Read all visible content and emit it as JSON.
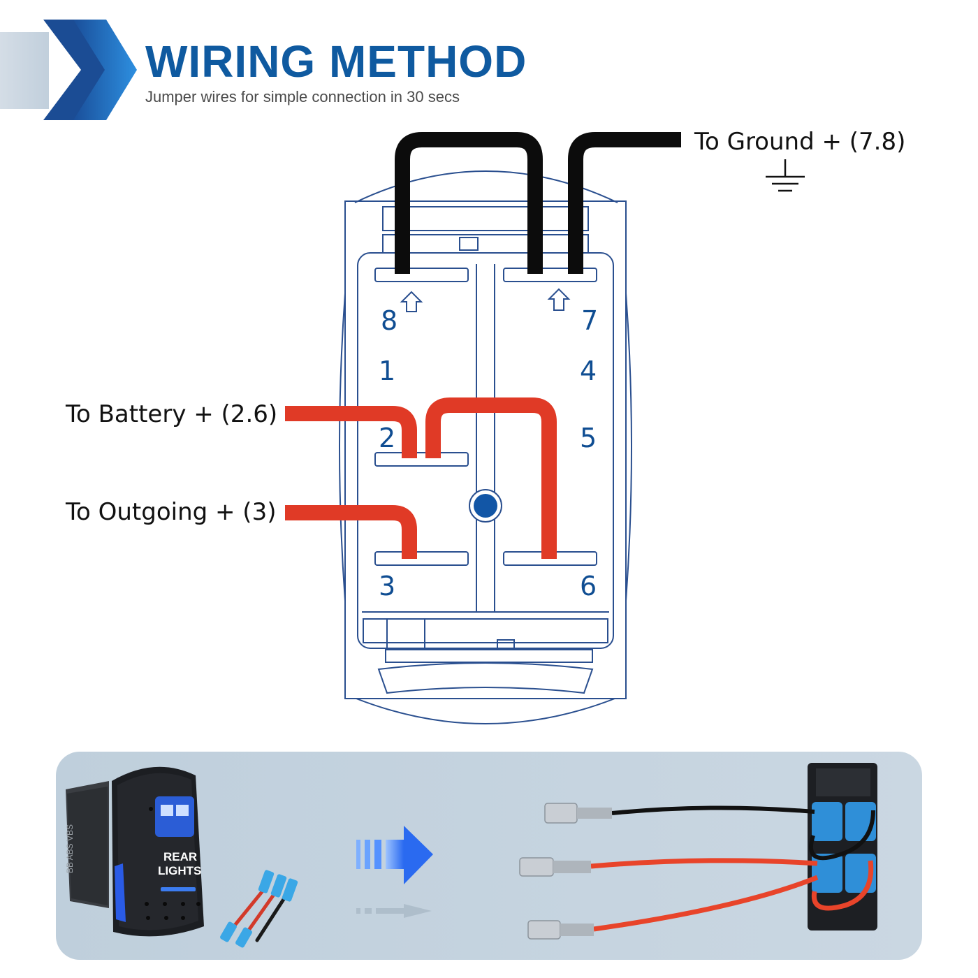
{
  "header": {
    "title": "WIRING   METHOD",
    "subtitle": "Jumper wires for simple connection in 30 secs"
  },
  "labels": {
    "ground": "To Ground + (7.8)",
    "battery": "To Battery + (2.6)",
    "outgoing": "To Outgoing + (3)"
  },
  "pins": {
    "p8": "8",
    "p7": "7",
    "p1": "1",
    "p4": "4",
    "p2": "2",
    "p5": "5",
    "p3": "3",
    "p6": "6"
  },
  "switch_photo": {
    "label_line1": "REAR",
    "label_line2": "LIGHTS",
    "side_marks": "BB ABS VBS"
  },
  "colors": {
    "brand_blue": "#0f5aa0",
    "outline_blue": "#2a4f8f",
    "wire_black": "#0c0c0c",
    "wire_red": "#e03a26",
    "panel_bg": "#c4d3df"
  },
  "icons": [
    "chevron-banner-icon",
    "ground-symbol-icon",
    "up-arrow-icon",
    "right-arrow-icon"
  ]
}
